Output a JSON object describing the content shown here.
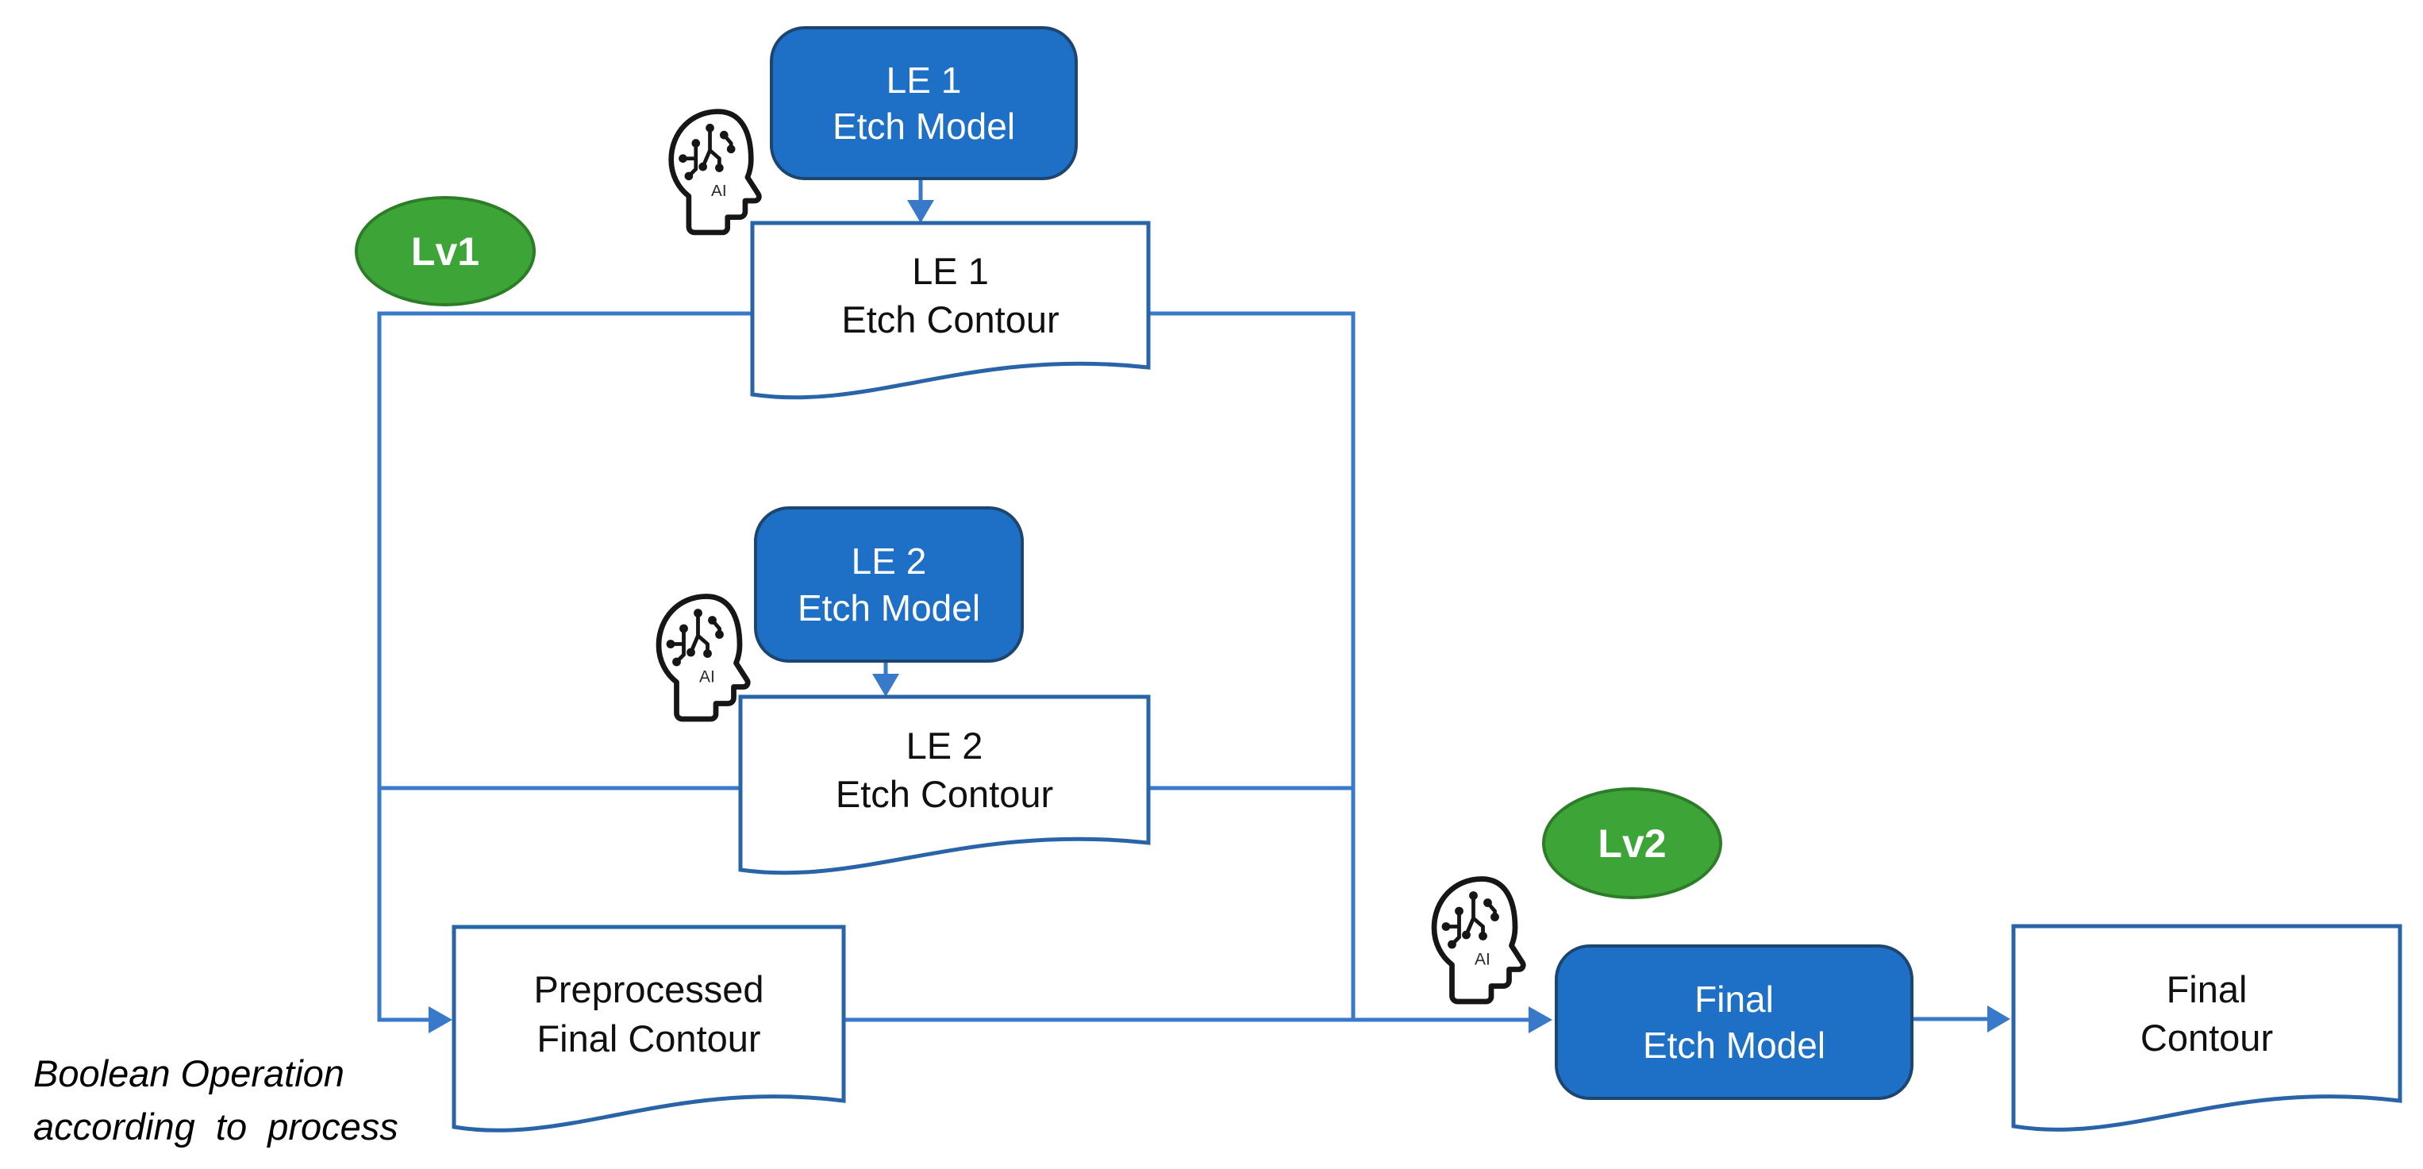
{
  "diagram": {
    "colors": {
      "bg": "#ffffff",
      "model_fill": "#1E6FC6",
      "model_border": "#1C4670",
      "doc_border": "#2A64A8",
      "connector": "#3979C9",
      "badge_fill": "#3DA437",
      "badge_border": "#2D7C27"
    },
    "badges": {
      "lv1": "Lv1",
      "lv2": "Lv2"
    },
    "nodes": {
      "le1_model": {
        "line1": "LE 1",
        "line2": "Etch Model"
      },
      "le1_contour": {
        "line1": "LE 1",
        "line2": "Etch Contour"
      },
      "le2_model": {
        "line1": "LE 2",
        "line2": "Etch Model"
      },
      "le2_contour": {
        "line1": "LE 2",
        "line2": "Etch Contour"
      },
      "preprocessed_contour": {
        "line1": "Preprocessed",
        "line2": "Final Contour"
      },
      "final_model": {
        "line1": "Final",
        "line2": "Etch Model"
      },
      "final_contour": {
        "line1": "Final",
        "line2": "Contour"
      }
    },
    "annotation": {
      "line1": "Boolean Operation",
      "line2": "according  to  process"
    },
    "ai_label": "AI"
  }
}
